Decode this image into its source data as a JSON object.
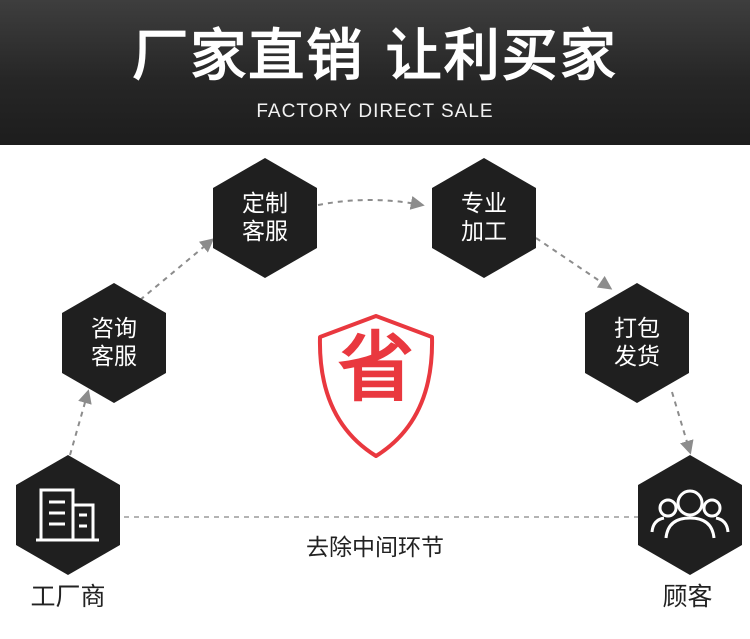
{
  "banner": {
    "title": "厂家直销 让利买家",
    "subtitle": "FACTORY DIRECT SALE"
  },
  "flow": {
    "nodes": [
      {
        "id": "factory",
        "label": "",
        "caption": "工厂商",
        "icon": "building-icon"
      },
      {
        "id": "consult",
        "label": "咨询\n客服"
      },
      {
        "id": "custom",
        "label": "定制\n客服"
      },
      {
        "id": "process",
        "label": "专业\n加工"
      },
      {
        "id": "pack",
        "label": "打包\n发货"
      },
      {
        "id": "customer",
        "label": "",
        "caption": "顾客",
        "icon": "users-icon"
      }
    ],
    "middle_text": "去除中间环节",
    "badge_text": "省",
    "badge_icon": "shield-icon",
    "colors": {
      "node": "#1f1f1f",
      "accent": "#e9383f",
      "arrow": "#8c8c8c"
    }
  }
}
